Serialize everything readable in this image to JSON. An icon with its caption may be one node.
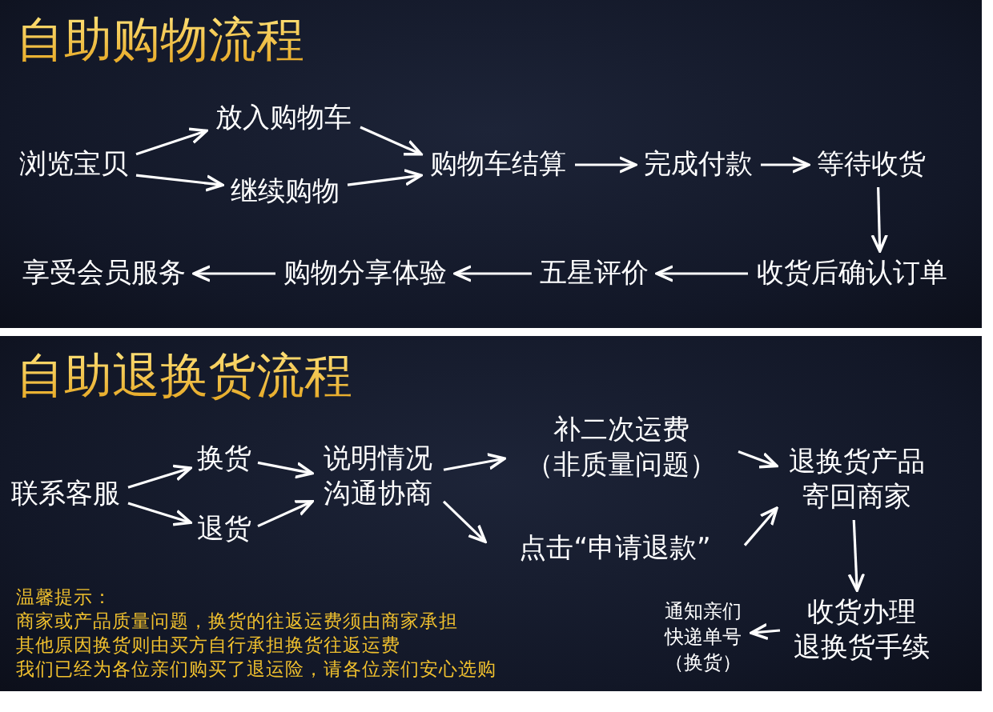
{
  "diagram": {
    "nodes": [
      {
        "text": [
          "自助购物流程"
        ]
      },
      {
        "text": [
          "浏览宝贝"
        ],
        "in": 0
      },
      {
        "text": [
          "放入购物车"
        ],
        "in": 0
      },
      {
        "text": [
          "继续购物"
        ],
        "in": 0
      },
      {
        "text": [
          "购物车结算"
        ],
        "in": 0
      },
      {
        "text": [
          "完成付款"
        ],
        "in": 0
      },
      {
        "text": [
          "等待收货"
        ],
        "in": 0
      },
      {
        "text": [
          "收货后确认订单"
        ],
        "in": 0
      },
      {
        "text": [
          "五星评价"
        ],
        "in": 0
      },
      {
        "text": [
          "购物分享体验"
        ],
        "in": 0
      },
      {
        "text": [
          "享受会员服务"
        ],
        "in": 0
      },
      {
        "text": [
          "自助退换货流程"
        ]
      },
      {
        "text": [
          "联系客服"
        ],
        "in": 11
      },
      {
        "text": [
          "换货"
        ],
        "in": 11
      },
      {
        "text": [
          "退货"
        ],
        "in": 11
      },
      {
        "text": [
          "说明情况沟通协商"
        ],
        "in": 11
      },
      {
        "text": [
          "补二次运费",
          "（非质量问题）"
        ],
        "in": 11
      },
      {
        "text": [
          "点击“申请退款”"
        ],
        "in": 11
      },
      {
        "text": [
          "退换货产品寄回商家"
        ],
        "in": 11
      },
      {
        "text": [
          "收货办理",
          "退换货手续"
        ],
        "in": 11
      },
      {
        "text": [
          "通知亲们快递单号（换货）"
        ],
        "in": 11
      }
    ],
    "edges": [
      {
        "from": 1,
        "to": 2,
        "arrow": "to"
      },
      {
        "from": 1,
        "to": 3,
        "arrow": "to"
      },
      {
        "from": 2,
        "to": 4,
        "arrow": "to"
      },
      {
        "from": 3,
        "to": 4,
        "arrow": "to"
      },
      {
        "from": 4,
        "to": 5,
        "arrow": "to"
      },
      {
        "from": 5,
        "to": 6,
        "arrow": "to"
      },
      {
        "from": 6,
        "to": 7,
        "arrow": "to"
      },
      {
        "from": 7,
        "to": 8,
        "arrow": "to"
      },
      {
        "from": 8,
        "to": 9,
        "arrow": "to"
      },
      {
        "from": 9,
        "to": 10,
        "arrow": "to"
      },
      {
        "from": 12,
        "to": 13,
        "arrow": "to"
      },
      {
        "from": 12,
        "to": 14,
        "arrow": "to"
      },
      {
        "from": 13,
        "to": 15,
        "arrow": "to"
      },
      {
        "from": 14,
        "to": 15,
        "arrow": "to"
      },
      {
        "from": 15,
        "to": 16,
        "arrow": "to"
      },
      {
        "from": 15,
        "to": 17,
        "arrow": "to"
      },
      {
        "from": 16,
        "to": 18,
        "arrow": "to"
      },
      {
        "from": 17,
        "to": 18,
        "arrow": "to"
      },
      {
        "from": 18,
        "to": 19,
        "arrow": "to"
      },
      {
        "from": 19,
        "to": 20,
        "arrow": "to"
      }
    ],
    "labels": [
      "温馨提示：",
      "商家或产品质量问题，换货的往返运费须由商家承担",
      "其他原因换货则由买方自行承担换货往返运费",
      "我们已经为各位亲们购买了退运险，请各位亲们安心选购"
    ]
  }
}
